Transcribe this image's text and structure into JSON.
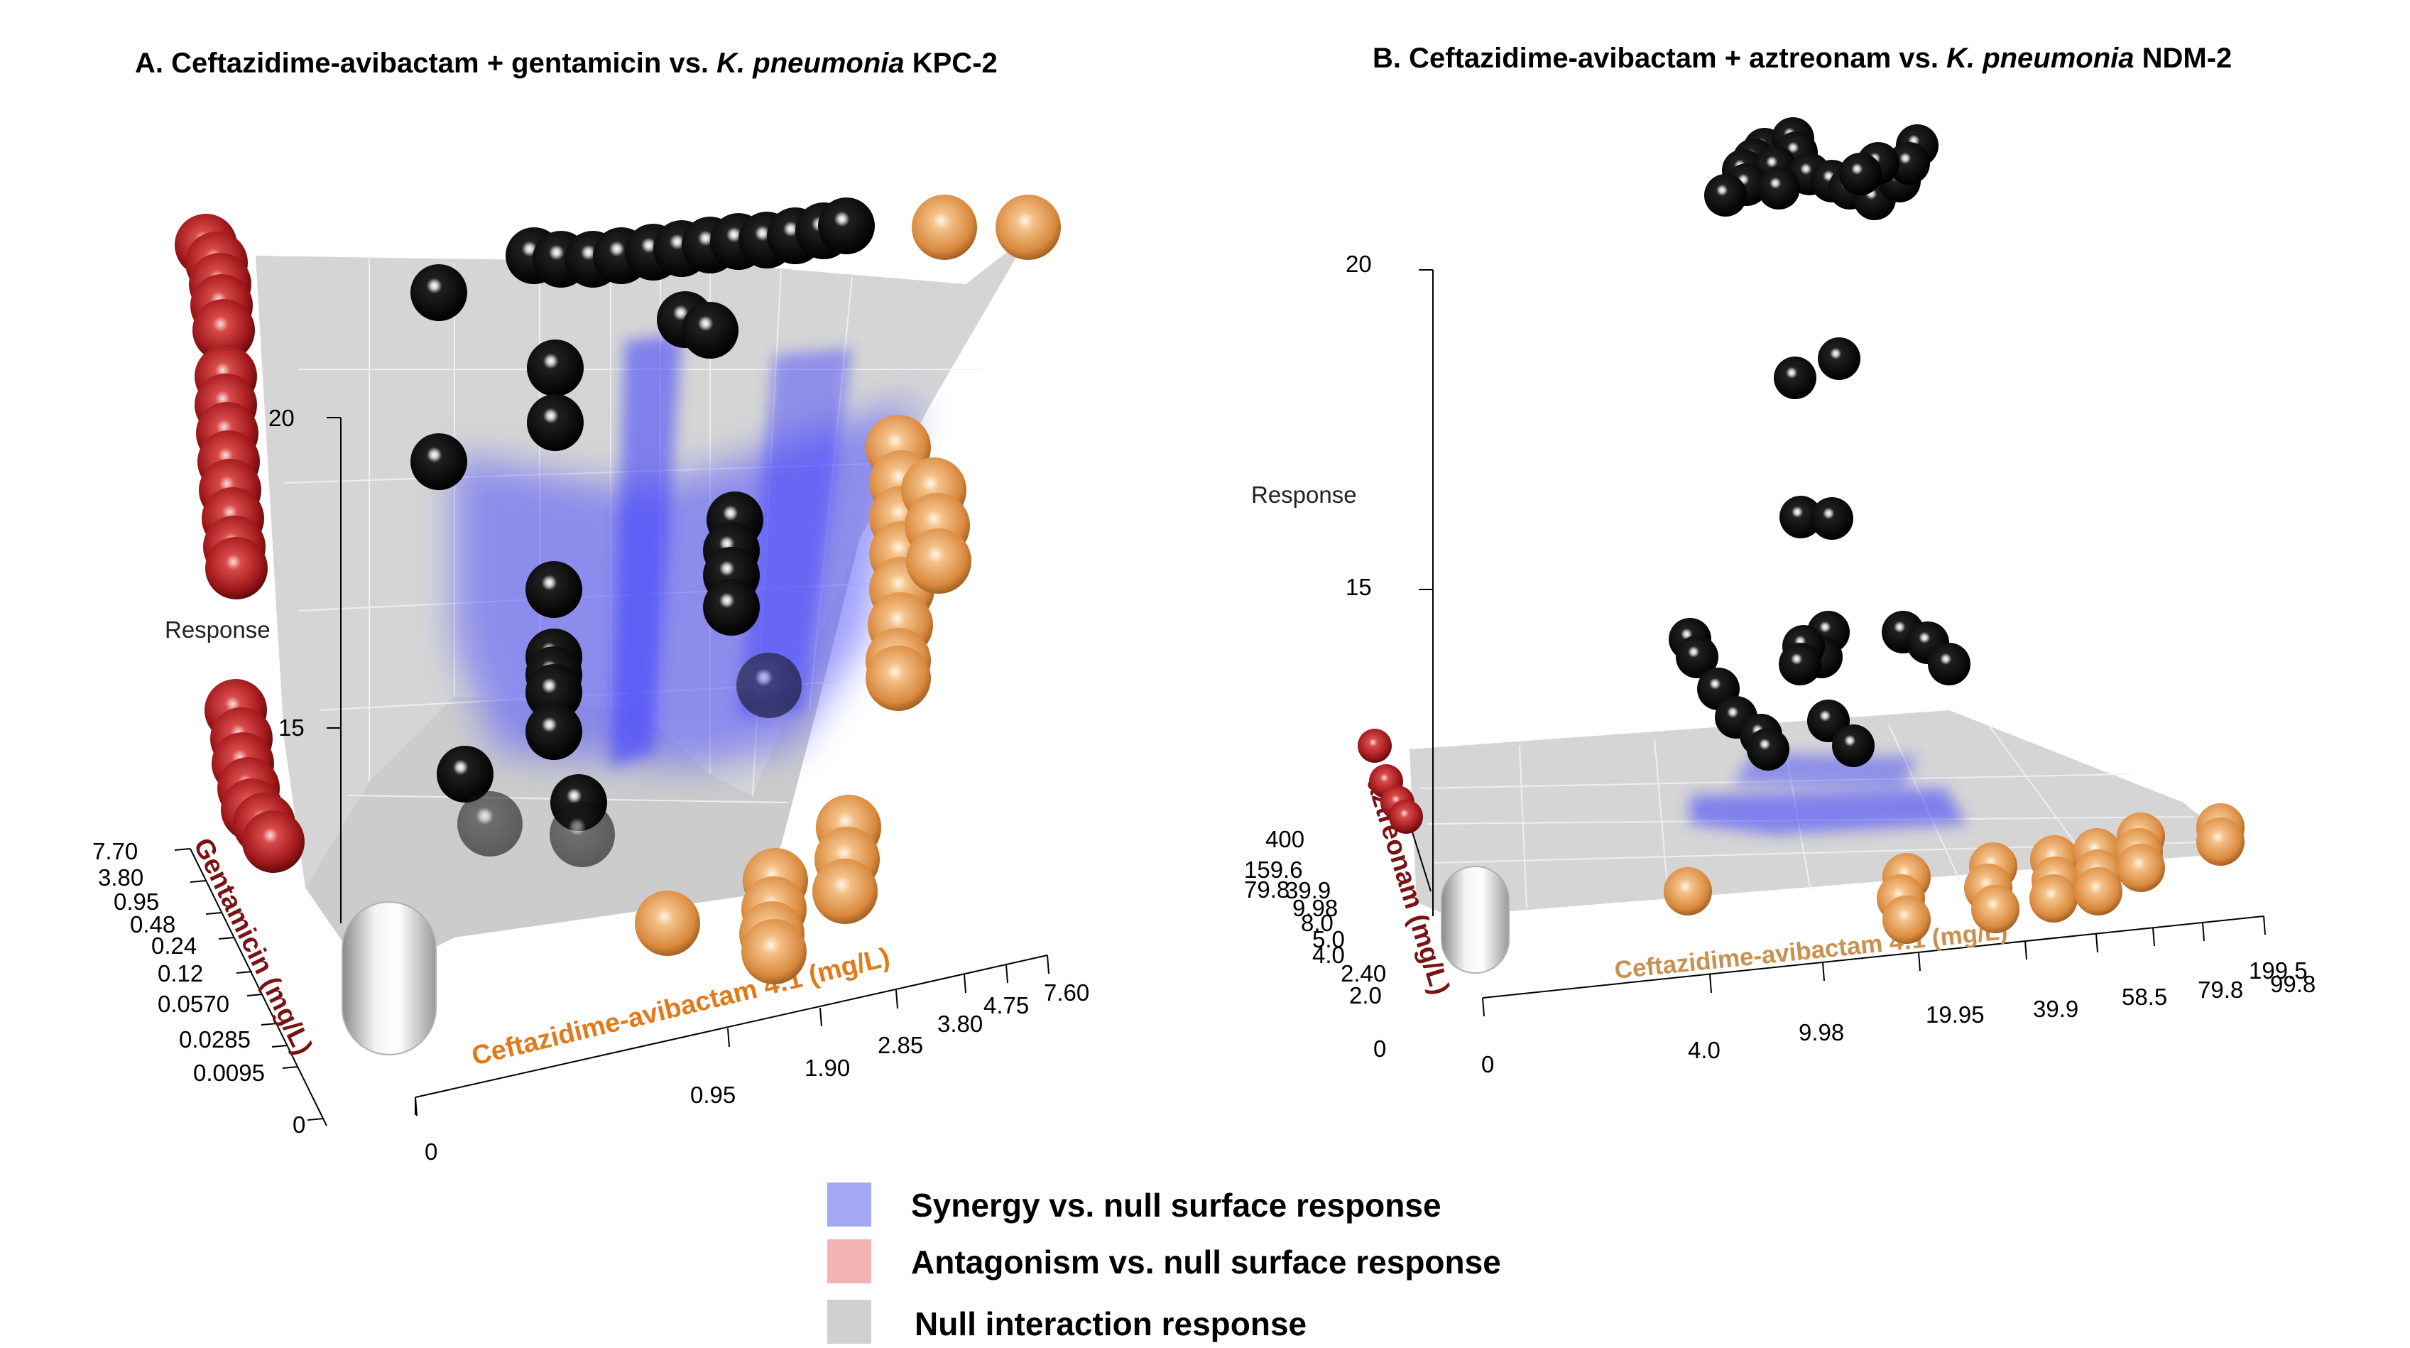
{
  "chart_data": [
    {
      "panel": "A",
      "type": "scatter",
      "title_parts": [
        "A. Ceftazidime-avibactam + gentamicin vs. ",
        "K. pneumonia",
        " KPC-2"
      ],
      "xlabel": "Ceftazidime-avibactam 4:1 (mg/L)",
      "ylabel": "Gentamicin (mg/L)",
      "zlabel": "Response",
      "x_ticks": [
        "0",
        "0.95",
        "1.90",
        "2.85",
        "3.80",
        "4.75",
        "7.60"
      ],
      "y_ticks": [
        "0",
        "0.0095",
        "0.0285",
        "0.0570",
        "0.12",
        "0.24",
        "0.48",
        "0.95",
        "3.80",
        "7.70"
      ],
      "z_ticks": [
        "15",
        "20"
      ],
      "colors": {
        "experimental": "#000000",
        "single_x": "#e8a35f",
        "single_y": "#b3262a",
        "control": "#f2f2f2",
        "synergy": "#3333ff",
        "surface": "#d3d3d3"
      }
    },
    {
      "panel": "B",
      "type": "scatter",
      "title_parts": [
        "B. Ceftazidime-avibactam + aztreonam vs. ",
        "K. pneumonia",
        " NDM-2"
      ],
      "xlabel": "Ceftazidime-avibactam 4:1 (mg/L)",
      "ylabel": "aztreonam (mg/L)",
      "zlabel": "Response",
      "x_ticks": [
        "0",
        "4.0",
        "9.98",
        "19.95",
        "39.9",
        "58.5",
        "79.8",
        "99.8",
        "199.5"
      ],
      "y_ticks": [
        "0",
        "2.0",
        "2.40",
        "4.0",
        "5.0",
        "8.0",
        "9.98",
        "79.8",
        "39.9",
        "159.6",
        "400"
      ],
      "z_ticks": [
        "15",
        "20"
      ],
      "colors": {
        "experimental": "#000000",
        "single_x": "#e8a35f",
        "single_y": "#b3262a",
        "control": "#f2f2f2",
        "synergy": "#3333ff",
        "surface": "#d3d3d3"
      }
    }
  ],
  "legend": [
    {
      "label": "Synergy vs. null surface response",
      "color": "#a3a8f5"
    },
    {
      "label": "Antagonism vs. null surface response",
      "color": "#f4b3b3"
    },
    {
      "label": "Null interaction response",
      "color": "#d0d0d0"
    }
  ]
}
